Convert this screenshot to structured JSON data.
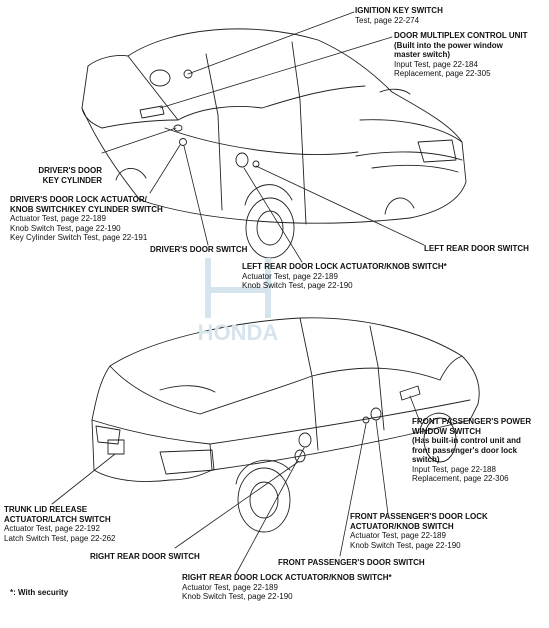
{
  "watermark": "HONDA",
  "footnote": "*: With security",
  "labels": {
    "ignition_key_switch": {
      "title": "IGNITION KEY SWITCH",
      "lines": [
        "Test, page 22-274"
      ]
    },
    "door_multiplex": {
      "title": "DOOR MULTIPLEX CONTROL UNIT",
      "note": [
        "(Built into the power window",
        "master switch)"
      ],
      "lines": [
        "Input Test, page 22-184",
        "Replacement, page 22-305"
      ]
    },
    "drivers_door_key_cylinder": {
      "title": [
        "DRIVER'S DOOR",
        "KEY CYLINDER"
      ]
    },
    "drivers_door_lock_actuator": {
      "title": [
        "DRIVER'S DOOR LOCK ACTUATOR/",
        "KNOB SWITCH/KEY CYLINDER SWITCH"
      ],
      "lines": [
        "Actuator Test, page 22-189",
        "Knob Switch Test, page 22-190",
        "Key Cylinder Switch Test, page 22-191"
      ]
    },
    "drivers_door_switch": {
      "title": "DRIVER'S DOOR SWITCH"
    },
    "left_rear_door_switch": {
      "title": "LEFT REAR DOOR SWITCH"
    },
    "left_rear_door_lock_actuator": {
      "title": "LEFT REAR DOOR LOCK ACTUATOR/KNOB SWITCH*",
      "lines": [
        "Actuator Test, page 22-189",
        "Knob Switch Test, page 22-190"
      ]
    },
    "front_passenger_power_window": {
      "title": [
        "FRONT PASSENGER'S POWER",
        "WINDOW SWITCH"
      ],
      "note": [
        "(Has built-in control unit and",
        "front passenger's door lock",
        "switch)"
      ],
      "lines": [
        "Input Test, page 22-188",
        "Replacement, page 22-306"
      ]
    },
    "trunk_lid_release": {
      "title": [
        "TRUNK LID RELEASE",
        "ACTUATOR/LATCH SWITCH"
      ],
      "lines": [
        "Actuator Test, page 22-192",
        "Latch Switch Test, page 22-262"
      ]
    },
    "front_passenger_door_lock_actuator": {
      "title": [
        "FRONT PASSENGER'S DOOR LOCK",
        "ACTUATOR/KNOB SWITCH"
      ],
      "lines": [
        "Actuator Test, page 22-189",
        "Knob Switch Test, page 22-190"
      ]
    },
    "right_rear_door_switch": {
      "title": "RIGHT REAR DOOR SWITCH"
    },
    "front_passenger_door_switch": {
      "title": "FRONT PASSENGER'S DOOR SWITCH"
    },
    "right_rear_door_lock_actuator": {
      "title": "RIGHT REAR DOOR LOCK ACTUATOR/KNOB SWITCH*",
      "lines": [
        "Actuator Test, page 22-189",
        "Knob Switch Test, page 22-190"
      ]
    }
  }
}
